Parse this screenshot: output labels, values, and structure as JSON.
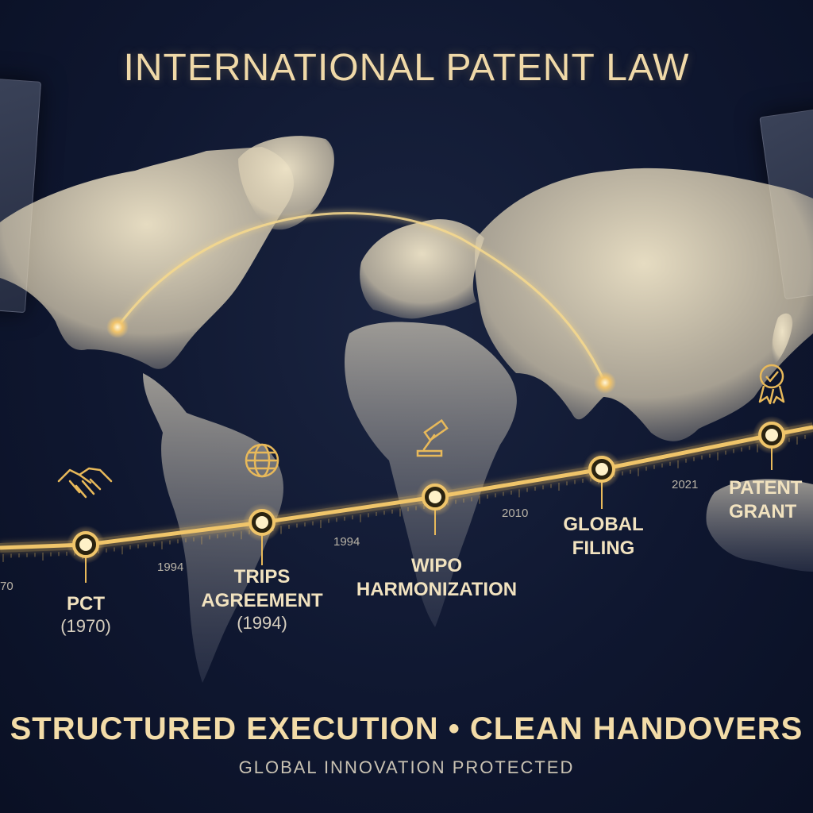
{
  "title": "INTERNATIONAL PATENT LAW",
  "tagline": "STRUCTURED EXECUTION • CLEAN HANDOVERS",
  "subline": "GLOBAL INNOVATION PROTECTED",
  "colors": {
    "background": "#0f1730",
    "gold": "#e8b95a",
    "land": "#efe3c6",
    "text_gold": "#f3dca8"
  },
  "timeline": {
    "milestones": [
      {
        "label": "PCT",
        "year": "(1970)",
        "icon": "handshake-icon"
      },
      {
        "label": "TRIPS\nAGREEMENT",
        "year": "(1994)",
        "icon": "globe-icon"
      },
      {
        "label": "WIPO\nHARMONIZATION",
        "year": "",
        "icon": "gavel-icon"
      },
      {
        "label": "GLOBAL\nFILING",
        "year": "",
        "icon": ""
      },
      {
        "label": "PATENT\nGRANT",
        "year": "",
        "icon": "award-ribbon-icon"
      }
    ],
    "axis_years": [
      "70",
      "1994",
      "1994",
      "2010",
      "2021"
    ]
  }
}
